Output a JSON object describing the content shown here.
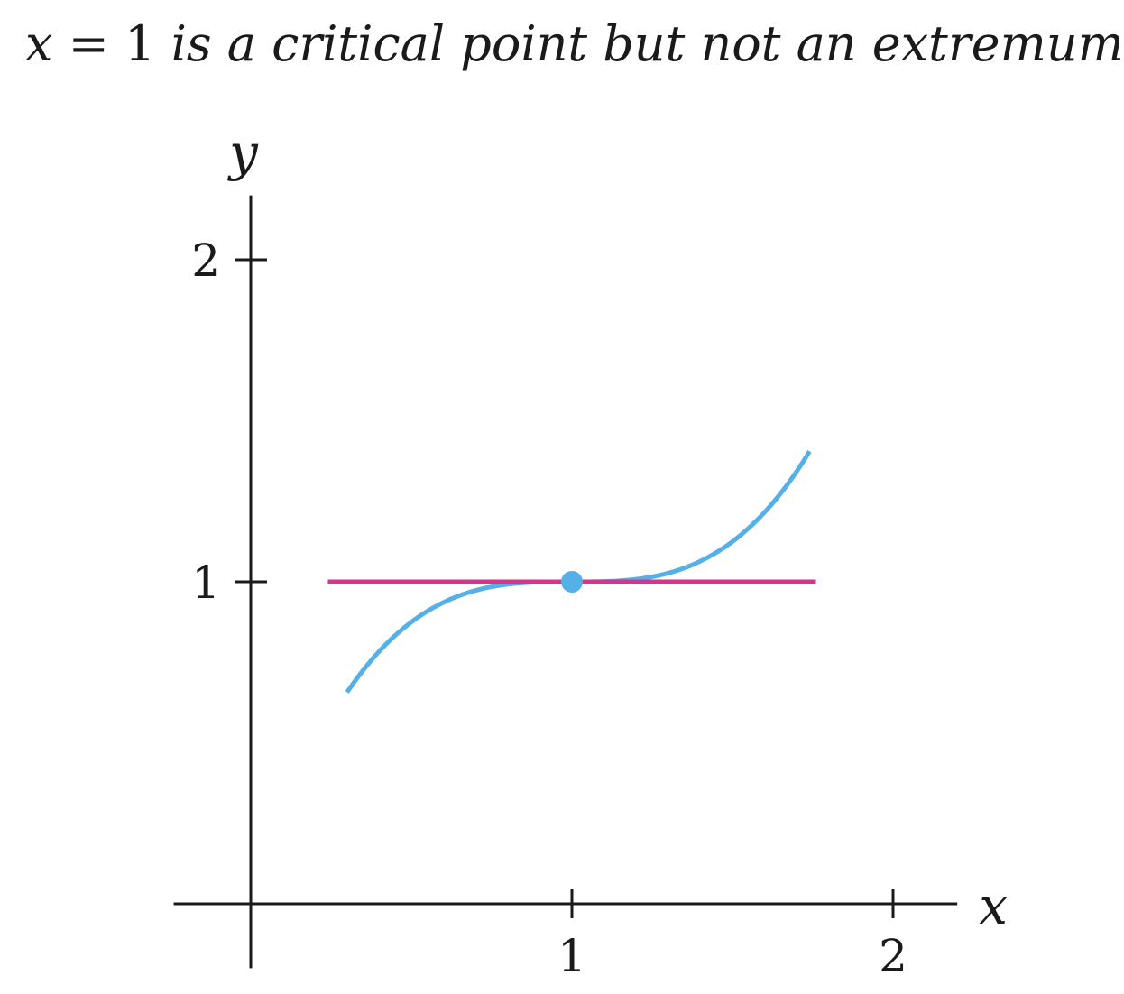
{
  "title": {
    "math_var": "x",
    "math_op": " = 1",
    "text": " is a critical point but not an extremum"
  },
  "chart_data": {
    "type": "line",
    "title": "x = 1 is a critical point but not an extremum",
    "xlabel": "x",
    "ylabel": "y",
    "xlim": [
      -0.24,
      2.2
    ],
    "ylim": [
      -0.2,
      2.2
    ],
    "xticks": [
      1,
      2
    ],
    "yticks": [
      1,
      2
    ],
    "grid": false,
    "series": [
      {
        "kind": "function",
        "formula": "y = (x - 1)^3 + 1",
        "x_range": [
          0.3,
          1.74
        ],
        "color": "#55b0e8"
      },
      {
        "kind": "horizontal-segment",
        "y": 1,
        "x_range": [
          0.24,
          1.76
        ],
        "color": "#d9338f"
      }
    ],
    "points": [
      {
        "x": 1,
        "y": 1,
        "color": "#55b0e8"
      }
    ]
  }
}
